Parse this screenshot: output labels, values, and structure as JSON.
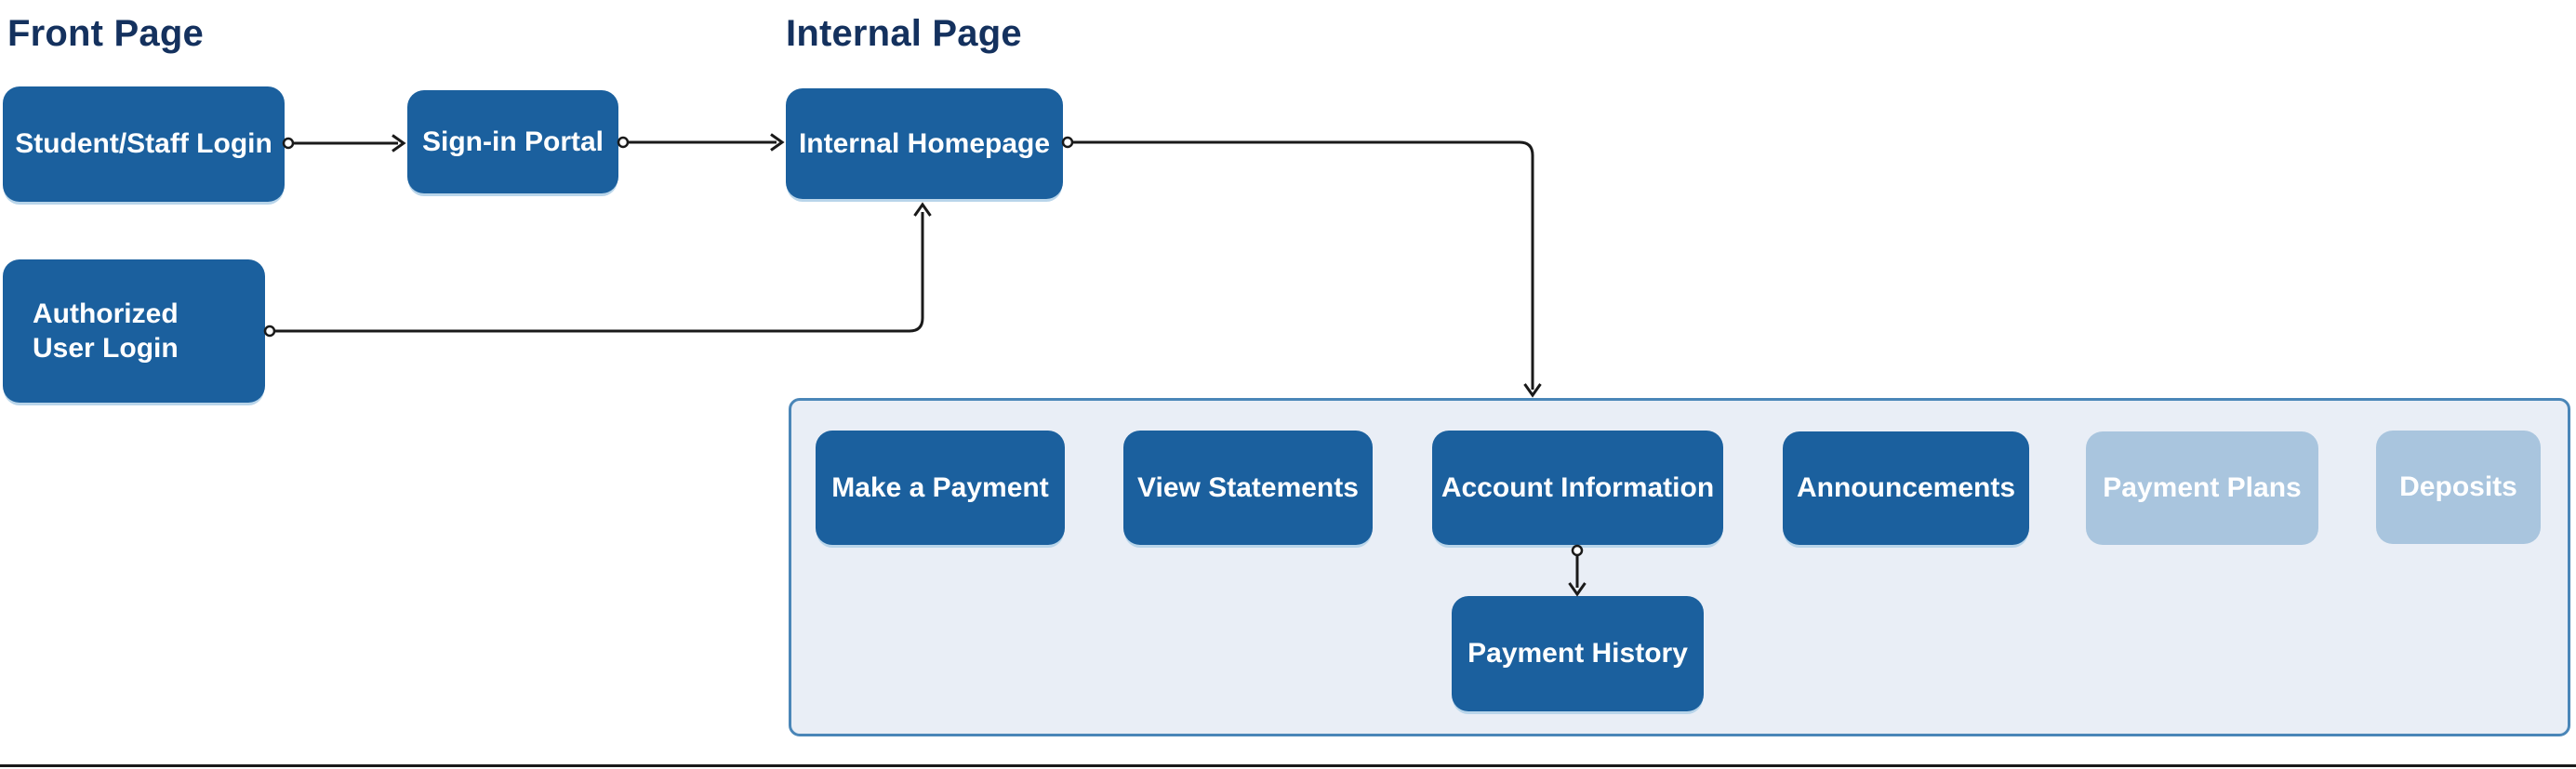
{
  "headings": {
    "front_page": "Front Page",
    "internal_page": "Internal Page"
  },
  "nodes": {
    "student_staff_login": {
      "label": "Student/Staff Login",
      "style": "primary"
    },
    "sign_in_portal": {
      "label": "Sign-in Portal",
      "style": "primary"
    },
    "internal_homepage": {
      "label": "Internal Homepage",
      "style": "primary"
    },
    "authorized_user_login": {
      "label": "Authorized User Login",
      "style": "primary"
    },
    "make_a_payment": {
      "label": "Make a Payment",
      "style": "primary"
    },
    "view_statements": {
      "label": "View Statements",
      "style": "primary"
    },
    "account_information": {
      "label": "Account Information",
      "style": "primary"
    },
    "announcements": {
      "label": "Announcements",
      "style": "primary"
    },
    "payment_plans": {
      "label": "Payment Plans",
      "style": "muted"
    },
    "deposits": {
      "label": "Deposits",
      "style": "muted"
    },
    "payment_history": {
      "label": "Payment History",
      "style": "primary"
    }
  },
  "edges": [
    {
      "from": "student_staff_login",
      "to": "sign_in_portal"
    },
    {
      "from": "sign_in_portal",
      "to": "internal_homepage"
    },
    {
      "from": "authorized_user_login",
      "to": "internal_homepage"
    },
    {
      "from": "internal_homepage",
      "to": "internal_section"
    },
    {
      "from": "account_information",
      "to": "payment_history"
    }
  ],
  "colors": {
    "node_primary": "#1b609e",
    "node_muted": "#a9c5de",
    "node_text": "#ffffff",
    "container_fill": "#e9eef6",
    "container_border": "#4a86b8",
    "heading_text": "#14315e",
    "connector": "#1a1a1a",
    "divider": "#1a1a1a",
    "page_bg": "#ffffff"
  }
}
